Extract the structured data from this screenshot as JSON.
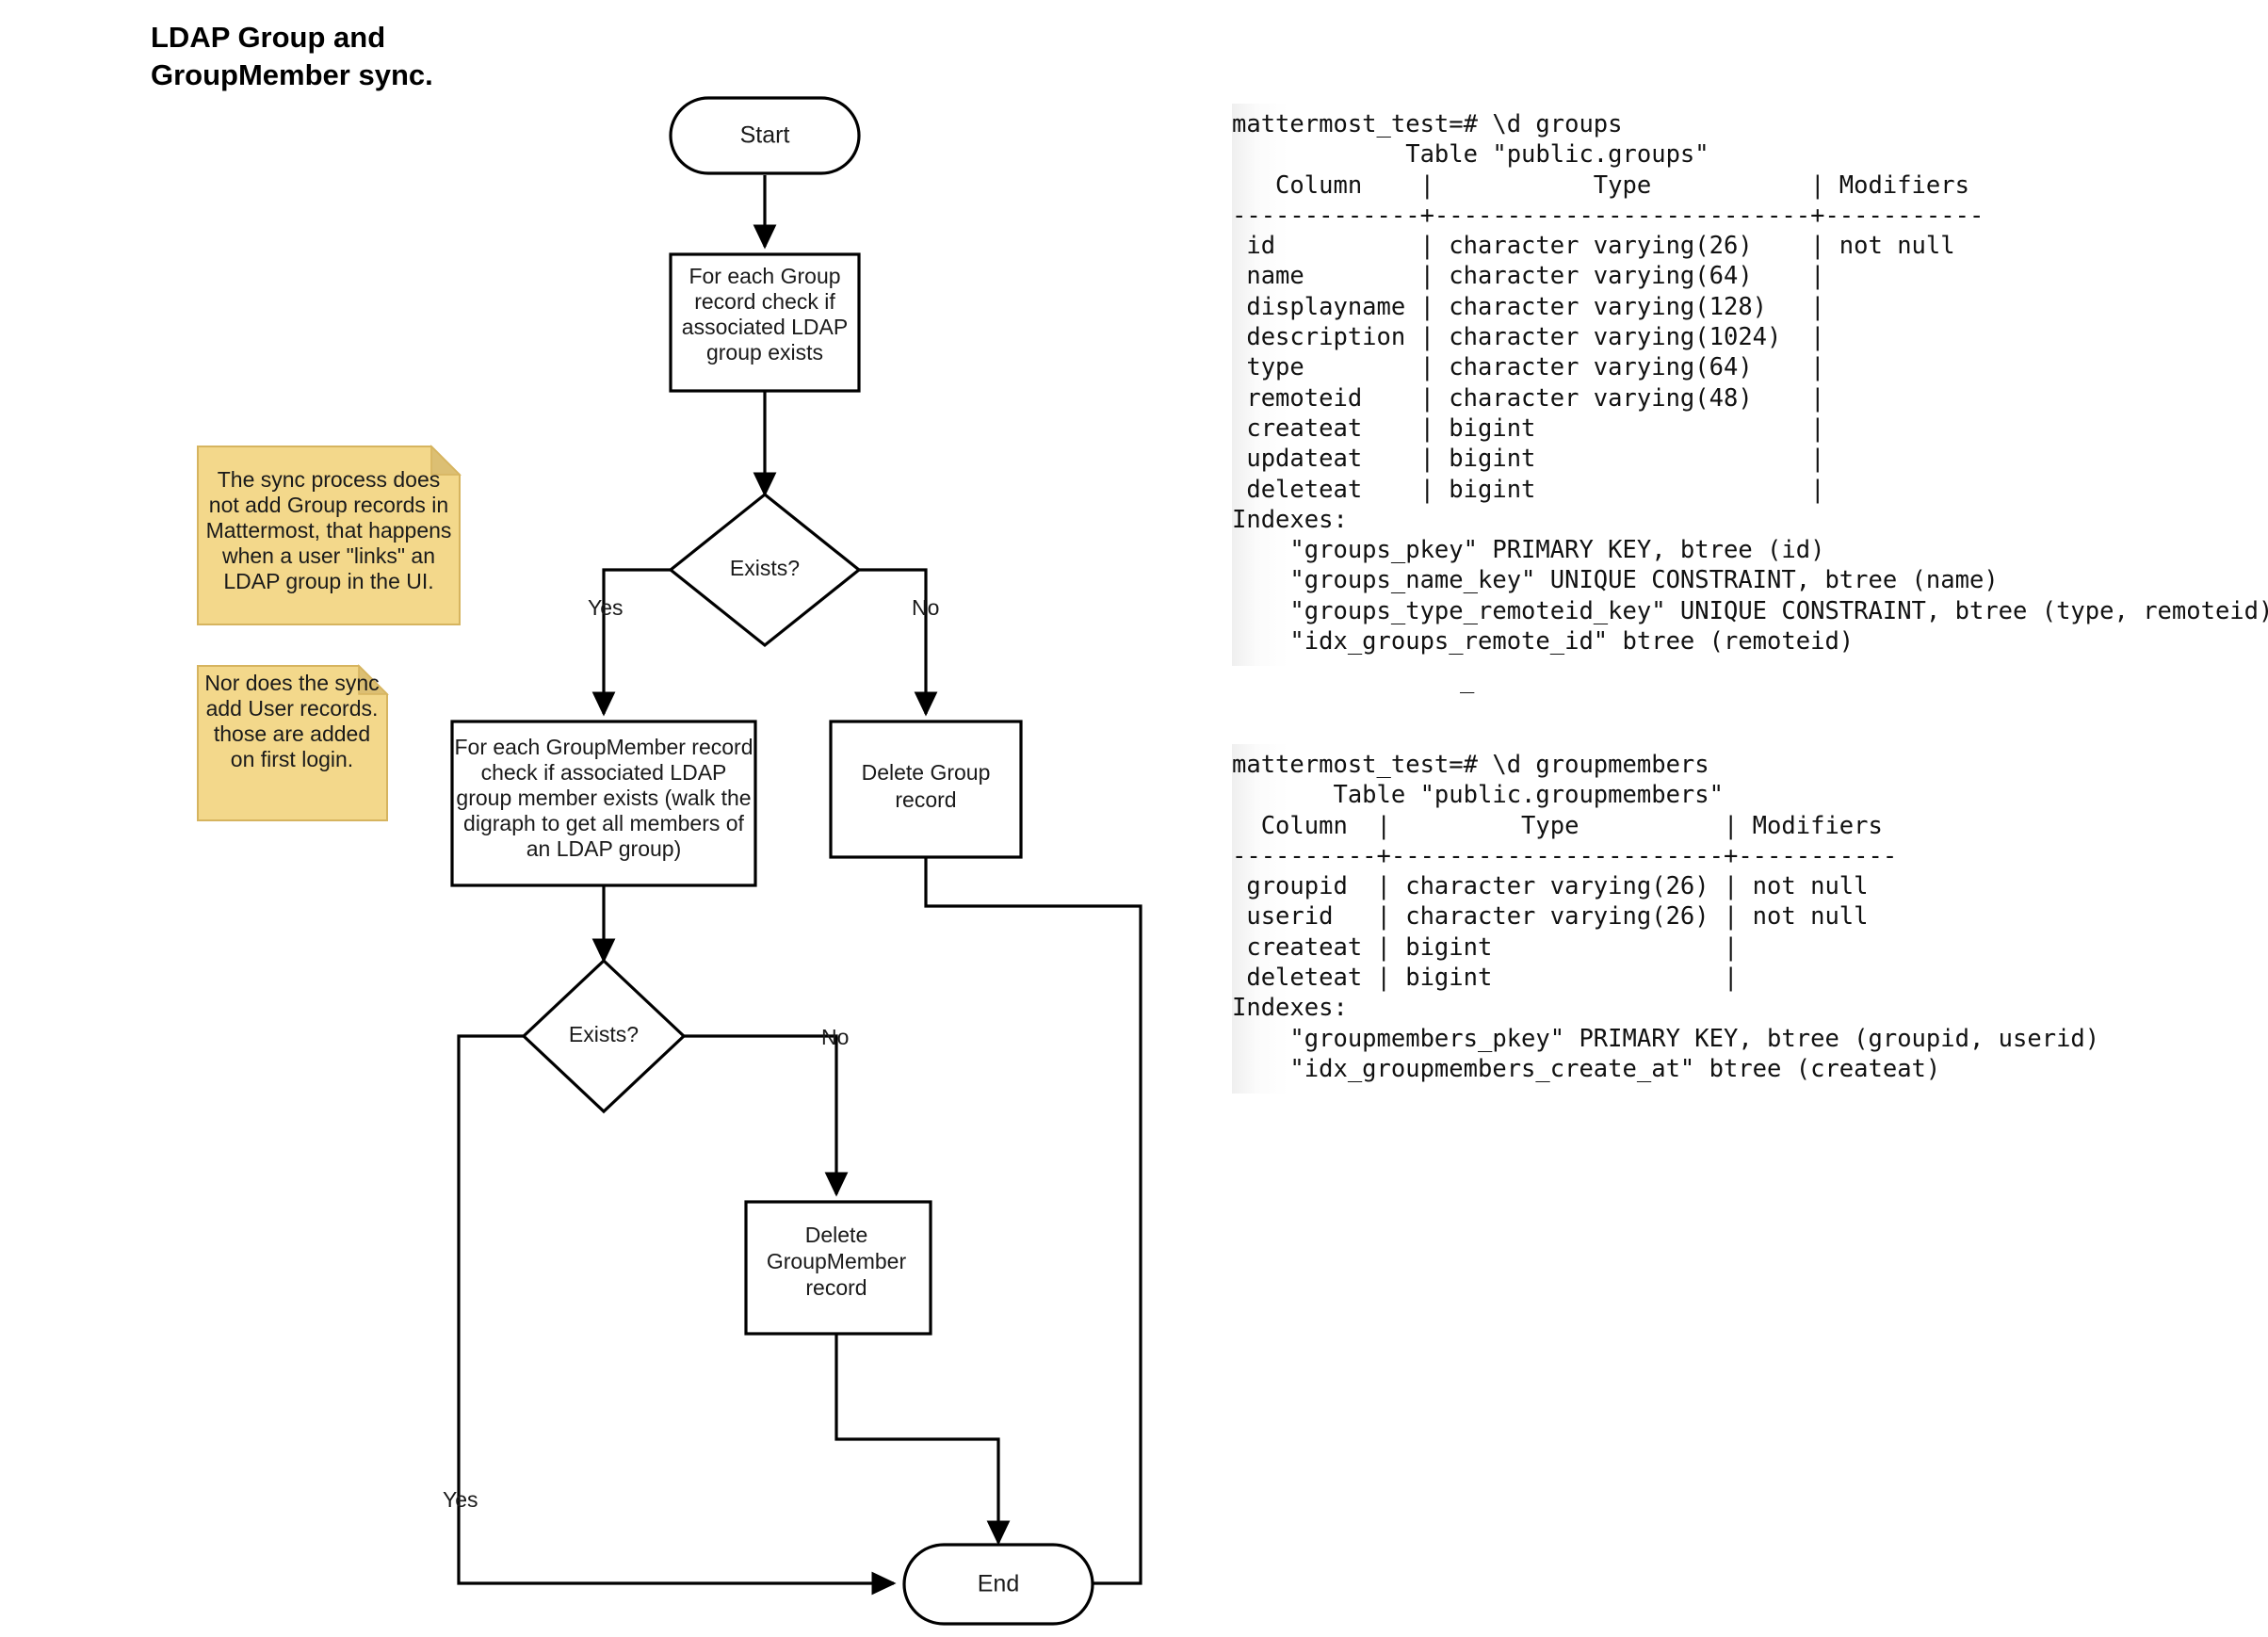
{
  "title": "LDAP Group and\nGroupMember sync.",
  "flowchart": {
    "nodes": {
      "start": "Start",
      "check_group": "For each Group\nrecord check if\nassociated LDAP\ngroup exists",
      "exists1": "Exists?",
      "check_groupmember": "For each GroupMember record\ncheck if associated LDAP\ngroup member exists (walk the\ndigraph to get all members of\nan LDAP group)",
      "delete_group": "Delete Group\nrecord",
      "exists2": "Exists?",
      "delete_groupmember": "Delete\nGroupMember\nrecord",
      "end": "End"
    },
    "edge_labels": {
      "exists1_yes": "Yes",
      "exists1_no": "No",
      "exists2_yes": "Yes",
      "exists2_no": "No"
    },
    "notes": [
      {
        "id": "note-sync-no-group-add",
        "lines": [
          "The sync process does",
          "not add Group records in",
          "Mattermost, that happens",
          "when a user \"links\" an",
          "LDAP group in the UI."
        ]
      },
      {
        "id": "note-sync-no-user-add",
        "lines": [
          "Nor does the sync",
          "add User records.",
          "those are added",
          "on first login."
        ]
      }
    ],
    "colors": {
      "note_fill": "#f3d88b",
      "note_border": "#d6b45f",
      "node_stroke": "#000000",
      "node_fill": "#ffffff"
    }
  },
  "terminals": {
    "groups": {
      "prompt": "mattermost_test=# \\d groups",
      "text": "mattermost_test=# \\d groups\n            Table \"public.groups\"\n   Column    |           Type           | Modifiers\n-------------+--------------------------+-----------\n id          | character varying(26)    | not null\n name        | character varying(64)    |\n displayname | character varying(128)   |\n description | character varying(1024)  |\n type        | character varying(64)    |\n remoteid    | character varying(48)    |\n createat    | bigint                   |\n updateat    | bigint                   |\n deleteat    | bigint                   |\nIndexes:\n    \"groups_pkey\" PRIMARY KEY, btree (id)\n    \"groups_name_key\" UNIQUE CONSTRAINT, btree (name)\n    \"groups_type_remoteid_key\" UNIQUE CONSTRAINT, btree (type, remoteid)\n    \"idx_groups_remote_id\" btree (remoteid)",
      "cursor": "_"
    },
    "groupmembers": {
      "prompt": "mattermost_test=# \\d groupmembers",
      "text": "mattermost_test=# \\d groupmembers\n       Table \"public.groupmembers\"\n  Column  |         Type          | Modifiers\n----------+-----------------------+-----------\n groupid  | character varying(26) | not null\n userid   | character varying(26) | not null\n createat | bigint                |\n deleteat | bigint                |\nIndexes:\n    \"groupmembers_pkey\" PRIMARY KEY, btree (groupid, userid)\n    \"idx_groupmembers_create_at\" btree (createat)"
    }
  }
}
